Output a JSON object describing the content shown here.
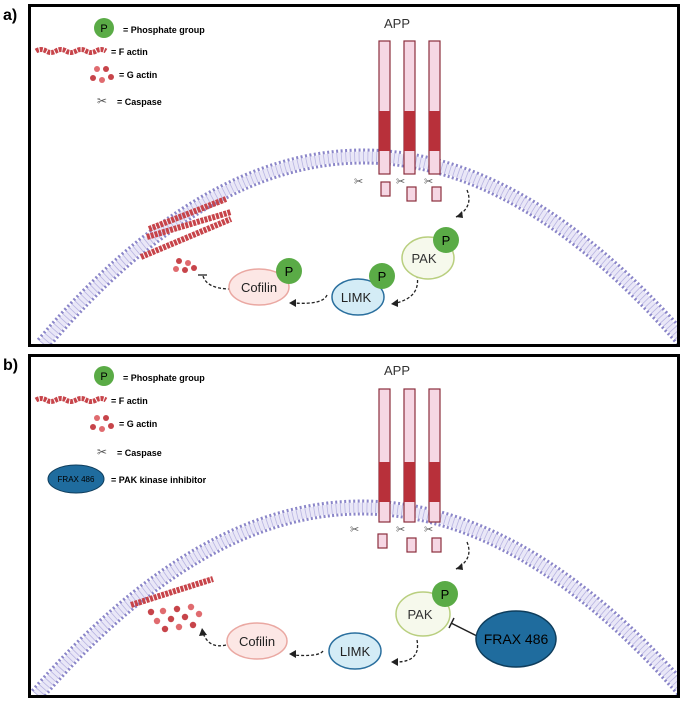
{
  "panels": [
    {
      "letter": "a)",
      "app_label": "APP",
      "legend": {
        "p_symbol": "P",
        "phosphate": "= Phosphate group",
        "factin": "= F actin",
        "gactin": "= G actin",
        "caspase": "= Caspase"
      },
      "nodes": {
        "pak": "PAK",
        "limk": "LIMK",
        "cofilin": "Cofilin",
        "p": "P"
      }
    },
    {
      "letter": "b)",
      "app_label": "APP",
      "legend": {
        "p_symbol": "P",
        "phosphate": "= Phosphate group",
        "factin": "= F actin",
        "gactin": "= G actin",
        "caspase": "= Caspase",
        "inhibitor_symbol": "FRAX 486",
        "inhibitor": "= PAK kinase inhibitor"
      },
      "nodes": {
        "pak": "PAK",
        "limk": "LIMK",
        "cofilin": "Cofilin",
        "p": "P",
        "frax": "FRAX 486"
      }
    }
  ],
  "colors": {
    "phosphate": "#5aab46",
    "membrane": "#8b86c9",
    "membrane_fill": "#e9e7f7",
    "app_fill": "#f6d7e4",
    "app_dark": "#b8303a",
    "app_stroke": "#8b2e3d",
    "pak_fill": "#f6f9ec",
    "pak_stroke": "#b9cf7f",
    "limk_fill": "#d4ecf6",
    "limk_stroke": "#2a6f9e",
    "cofilin_fill": "#fce7e5",
    "cofilin_stroke": "#eaa8a2",
    "frax_fill": "#1f6c9e",
    "actin": "#c7444a"
  }
}
